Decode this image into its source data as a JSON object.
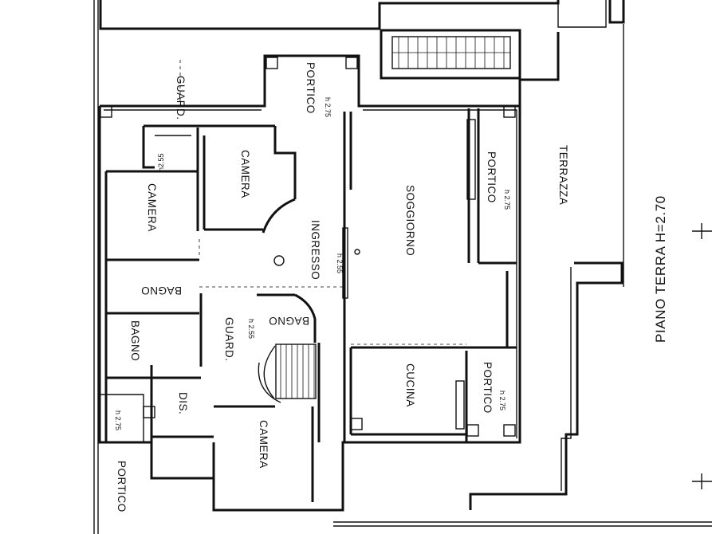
{
  "rooms": {
    "guard_top": "GUARD.",
    "portico_top": "PORTICO",
    "portico_top_h": "h 2.75",
    "h255_top": "h2.55",
    "camera_left": "CAMERA",
    "camera_mid": "CAMERA",
    "portico_right": "PORTICO",
    "portico_right_h": "h 2.75",
    "terrazza": "TERRAZZA",
    "soggiorno": "SOGGIORNO",
    "ingresso": "INGRESSO",
    "ingresso_h": "h 2.55",
    "bagno_a": "BAGNO",
    "bagno_b": "BAGNO",
    "bagno_c": "BAGNO",
    "guard_mid": "GUARD.",
    "guard_mid_h": "h 2.55",
    "dis": "DIS.",
    "cucina": "CUCINA",
    "portico_br": "PORTICO",
    "portico_br_h": "h 2.75",
    "camera_bottom": "CAMERA",
    "portico_bl": "PORTICO",
    "portico_bl_h": "h 2.75"
  },
  "title": "PIANO TERRA H=2.70"
}
